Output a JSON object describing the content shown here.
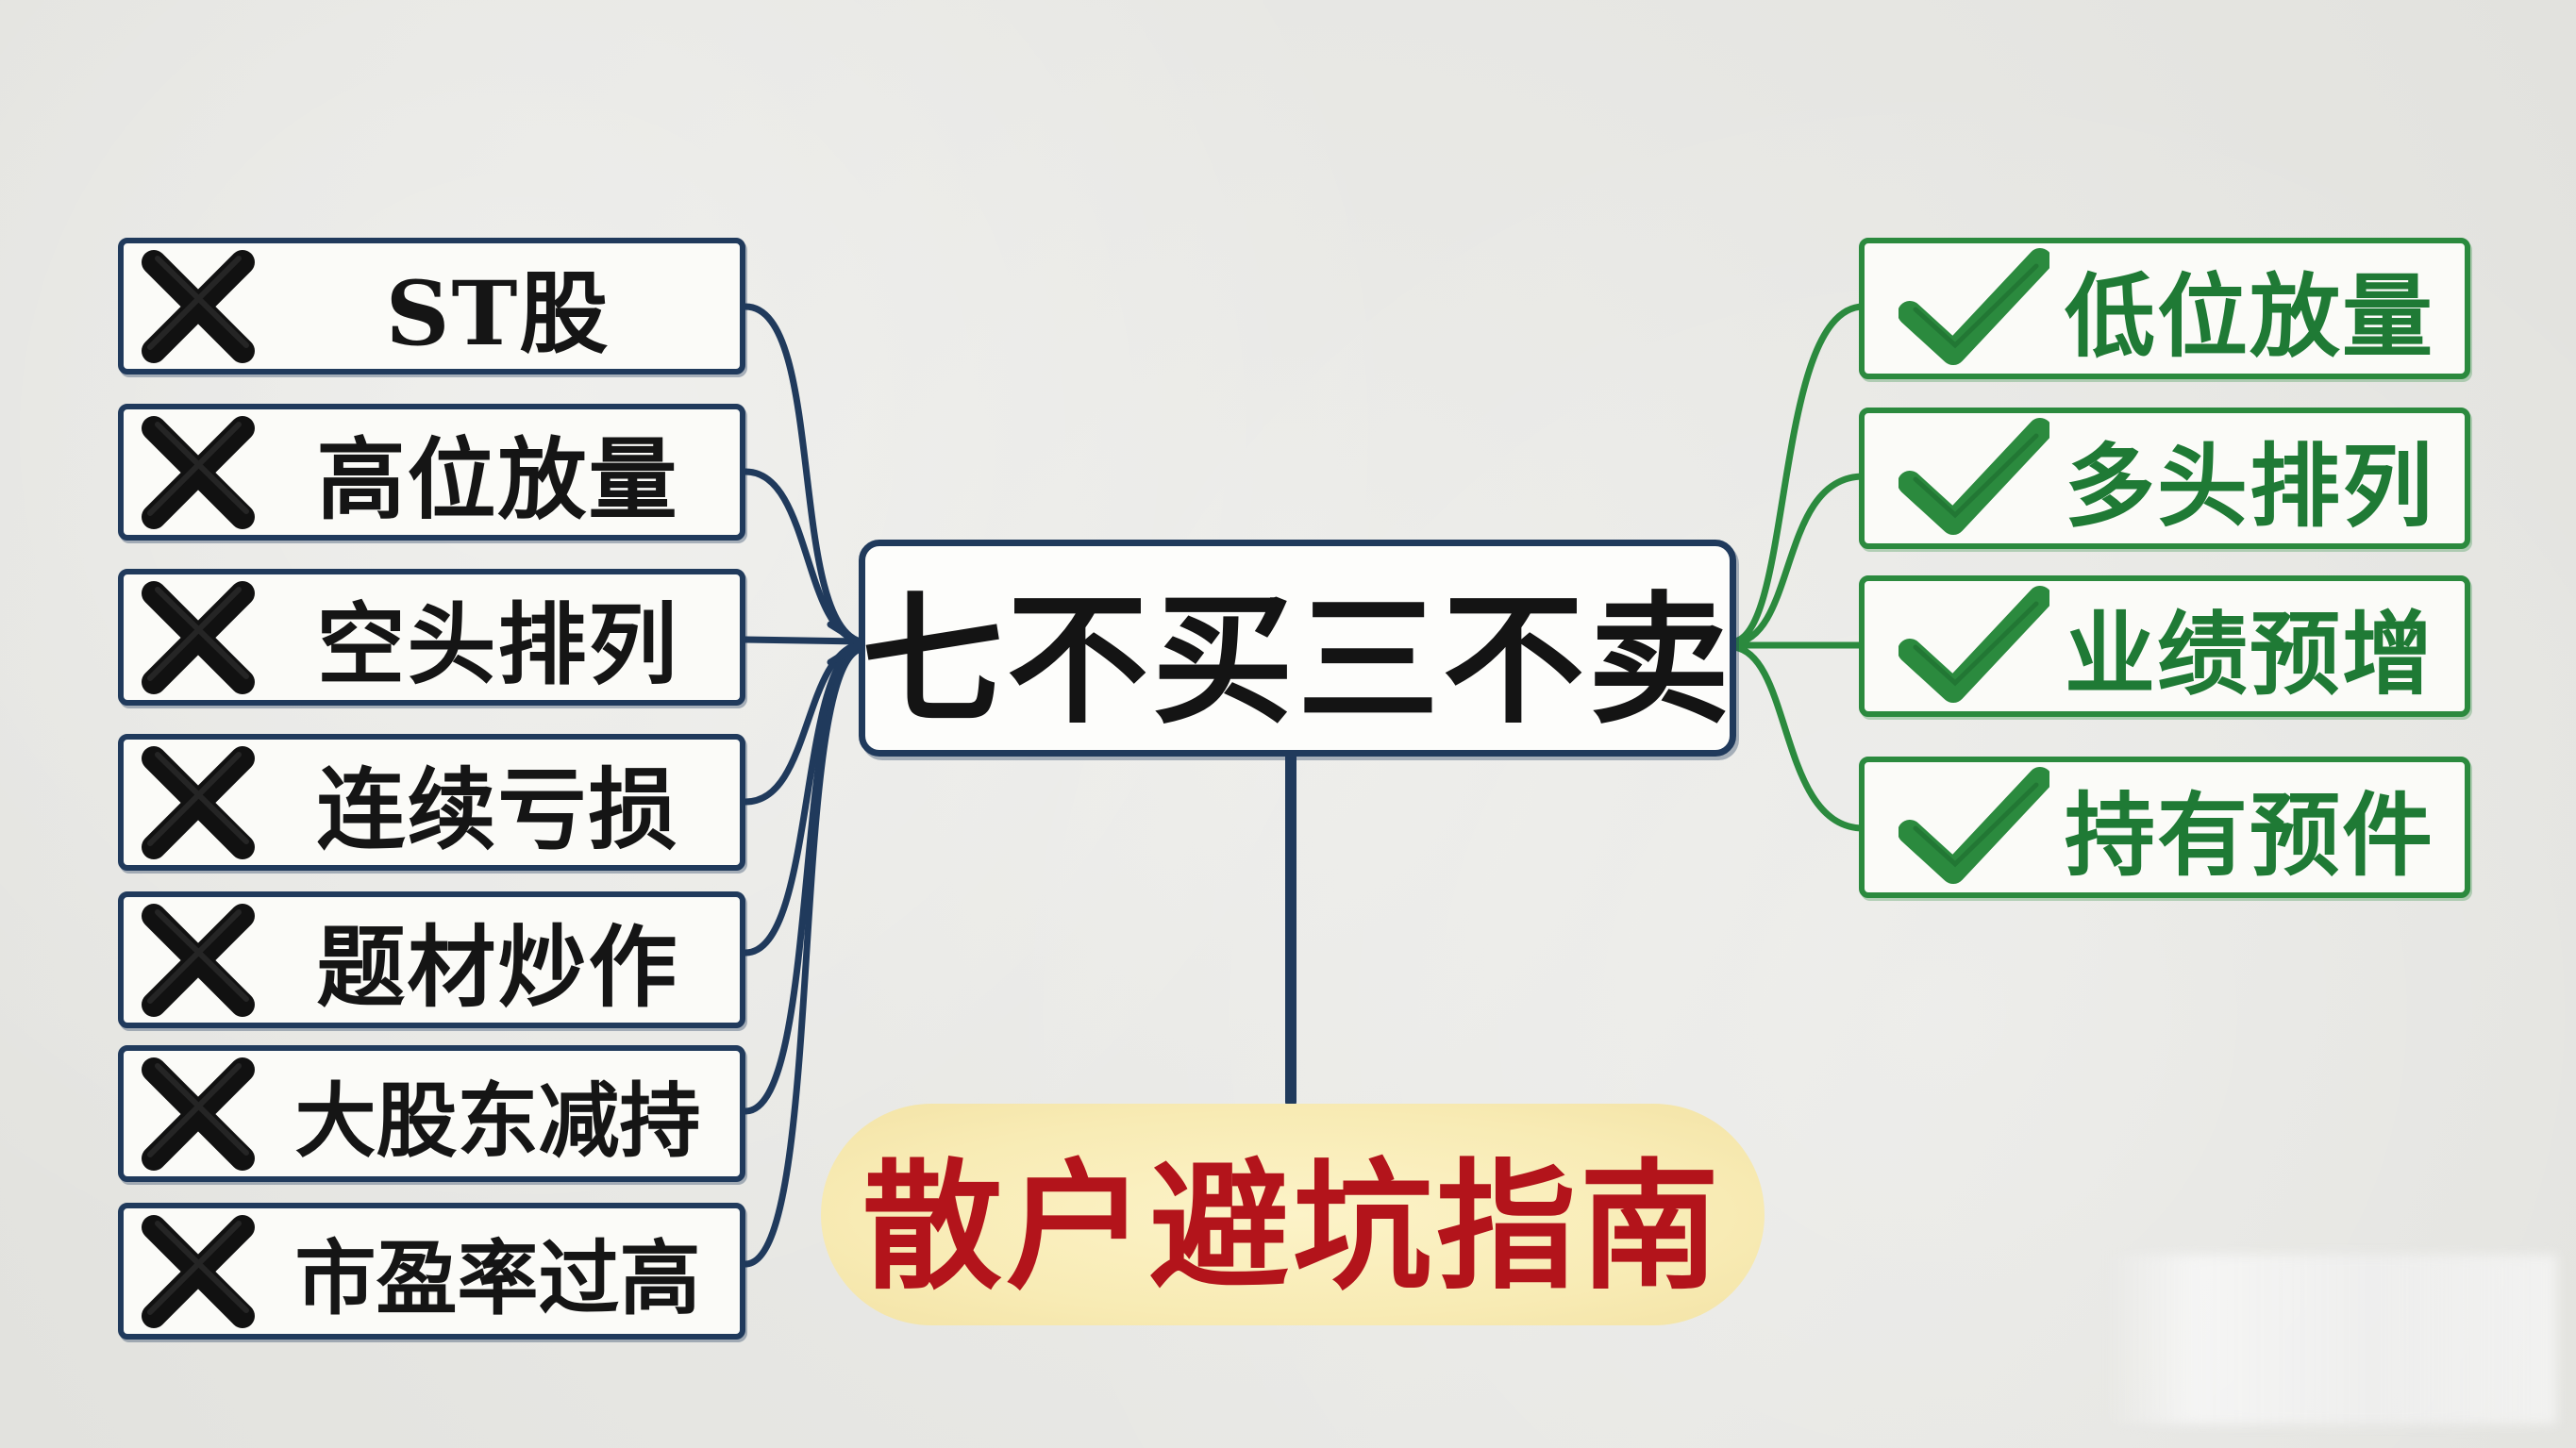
{
  "colors": {
    "dark_navy": "#203a5c",
    "green": "#2b8a3e",
    "red_text": "#b3141b",
    "guide_fill": "#f8ebb4"
  },
  "center": {
    "title": "七不买三不卖"
  },
  "guide": {
    "text": "散户避坑指南"
  },
  "do_not_buy": {
    "icon": "cross-icon",
    "items": [
      {
        "label": "ST股"
      },
      {
        "label": "高位放量"
      },
      {
        "label": "空头排列"
      },
      {
        "label": "连续亏损"
      },
      {
        "label": "题材炒作"
      },
      {
        "label": "大股东减持"
      },
      {
        "label": "市盈率过高"
      }
    ]
  },
  "do_not_sell": {
    "icon": "check-icon",
    "items": [
      {
        "label": "低位放量"
      },
      {
        "label": "多头排列"
      },
      {
        "label": "业绩预增"
      },
      {
        "label": "持有预件"
      }
    ]
  }
}
